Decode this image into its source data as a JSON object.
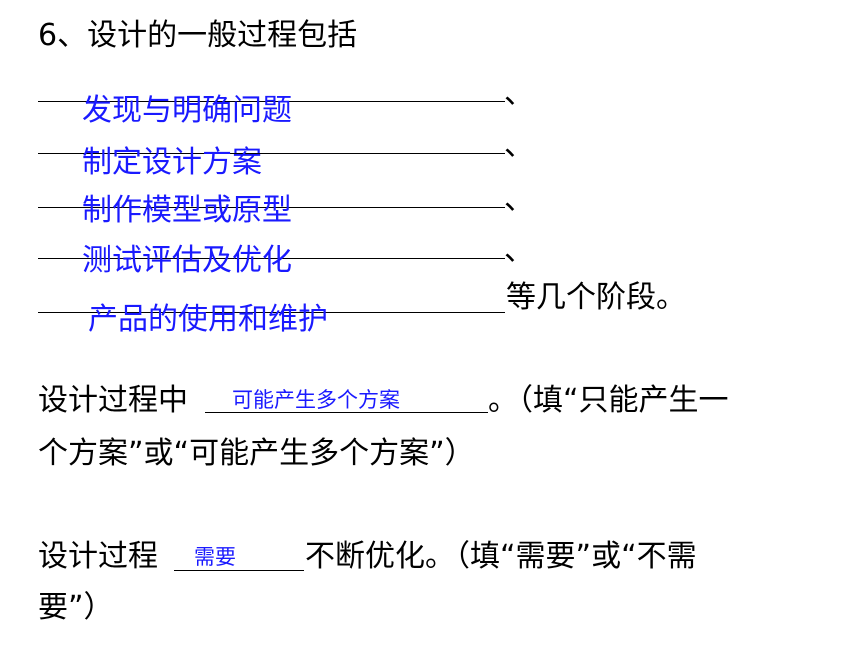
{
  "question": {
    "title": "6、设计的一般过程包括",
    "stage_separators": [
      "、",
      "、",
      "、",
      "、"
    ],
    "stage_answers": [
      "发现与明确问题",
      "制定设计方案",
      "制作模型或原型",
      "测试评估及优化",
      "产品的使用和维护"
    ],
    "stage_suffix": "等几个阶段。",
    "fill1_prefix": "设计过程中",
    "fill1_answer": "可能产生多个方案",
    "fill1_suffix": "。（填“只能产生一",
    "fill1_suffix2": "个方案”或“可能产生多个方案”）",
    "fill2_prefix": "设计过程",
    "fill2_answer": "需要",
    "fill2_suffix": "不断优化。（填“需要”或“不需",
    "fill2_suffix2": "要”）"
  },
  "colors": {
    "answer": "#1a1aff",
    "text": "#000000"
  }
}
